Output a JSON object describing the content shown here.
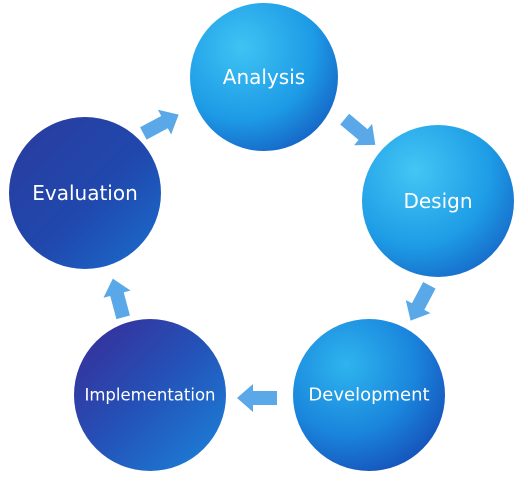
{
  "diagram": {
    "type": "cycle",
    "nodes": [
      {
        "id": "analysis",
        "label": "Analysis"
      },
      {
        "id": "design",
        "label": "Design"
      },
      {
        "id": "development",
        "label": "Development"
      },
      {
        "id": "implementation",
        "label": "Implementation"
      },
      {
        "id": "evaluation",
        "label": "Evaluation"
      }
    ],
    "edges": [
      {
        "from": "analysis",
        "to": "design"
      },
      {
        "from": "design",
        "to": "development"
      },
      {
        "from": "development",
        "to": "implementation"
      },
      {
        "from": "implementation",
        "to": "evaluation"
      },
      {
        "from": "evaluation",
        "to": "analysis"
      }
    ],
    "colors": {
      "arrow": "#5aa8e8",
      "text": "#ffffff"
    }
  }
}
